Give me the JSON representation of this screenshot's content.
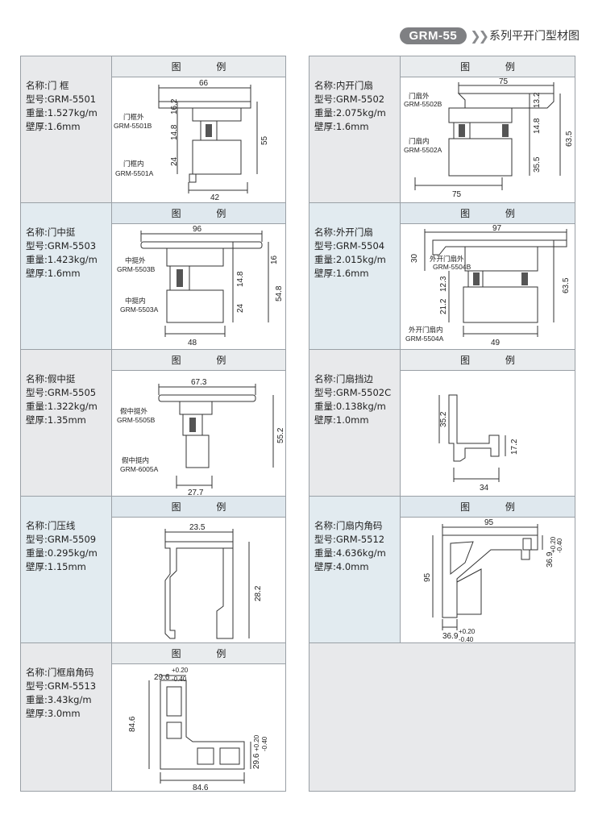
{
  "header": {
    "series": "GRM-55",
    "title": "系列平开门型材图"
  },
  "fig_heading": "图 例",
  "field_labels": {
    "name": "名称:",
    "model": "型号:",
    "weight": "重量:",
    "wall": "壁厚:"
  },
  "left_column": [
    {
      "name": "门 框",
      "model": "GRM-5501",
      "weight": "1.527kg/m",
      "wall": "1.6mm",
      "dims": [
        "66",
        "16.2",
        "14.8",
        "24",
        "55",
        "42"
      ],
      "labels": [
        "门框外",
        "GRM-5501B",
        "门框内",
        "GRM-5501A"
      ]
    },
    {
      "name": "门中挺",
      "model": "GRM-5503",
      "weight": "1.423kg/m",
      "wall": "1.6mm",
      "dims": [
        "96",
        "16",
        "14.8",
        "24",
        "54.8",
        "48"
      ],
      "labels": [
        "中挺外",
        "GRM-5503B",
        "中挺内",
        "GRM-5503A"
      ]
    },
    {
      "name": "假中挺",
      "model": "GRM-5505",
      "weight": "1.322kg/m",
      "wall": "1.35mm",
      "dims": [
        "67.3",
        "55.2",
        "27.7"
      ],
      "labels": [
        "假中挺外",
        "GRM-5505B",
        "假中挺内",
        "GRM-6005A"
      ]
    },
    {
      "name": "门压线",
      "model": "GRM-5509",
      "weight": "0.295kg/m",
      "wall": "1.15mm",
      "dims": [
        "23.5",
        "28.2"
      ],
      "labels": []
    },
    {
      "name": "门框扇角码",
      "model": "GRM-5513",
      "weight": "3.43kg/m",
      "wall": "3.0mm",
      "dims": [
        "29.6",
        "+0.20",
        "-0.40",
        "84.6",
        "29.6",
        "+0.20",
        "-0.40",
        "84.6"
      ],
      "labels": []
    }
  ],
  "right_column": [
    {
      "name": "内开门扇",
      "model": "GRM-5502",
      "weight": "2.075kg/m",
      "wall": "1.6mm",
      "dims": [
        "75",
        "13.2",
        "14.8",
        "35.5",
        "63.5",
        "75"
      ],
      "labels": [
        "门扇外",
        "GRM-5502B",
        "门扇内",
        "GRM-5502A"
      ]
    },
    {
      "name": "外开门扇",
      "model": "GRM-5504",
      "weight": "2.015kg/m",
      "wall": "1.6mm",
      "dims": [
        "97",
        "30",
        "12.3",
        "21.2",
        "63.5",
        "49"
      ],
      "labels": [
        "外开门扇外",
        "GRM-5504B",
        "外开门扇内",
        "GRM-5504A"
      ]
    },
    {
      "name": "门扇挡边",
      "model": "GRM-5502C",
      "weight": "0.138kg/m",
      "wall": "1.0mm",
      "dims": [
        "35.2",
        "17.2",
        "34"
      ],
      "labels": []
    },
    {
      "name": "门扇内角码",
      "model": "GRM-5512",
      "weight": "4.636kg/m",
      "wall": "4.0mm",
      "dims": [
        "95",
        "+0.20",
        "-0.40",
        "36.9",
        "95",
        "36.9",
        "+0.20",
        "-0.40"
      ],
      "labels": []
    }
  ]
}
